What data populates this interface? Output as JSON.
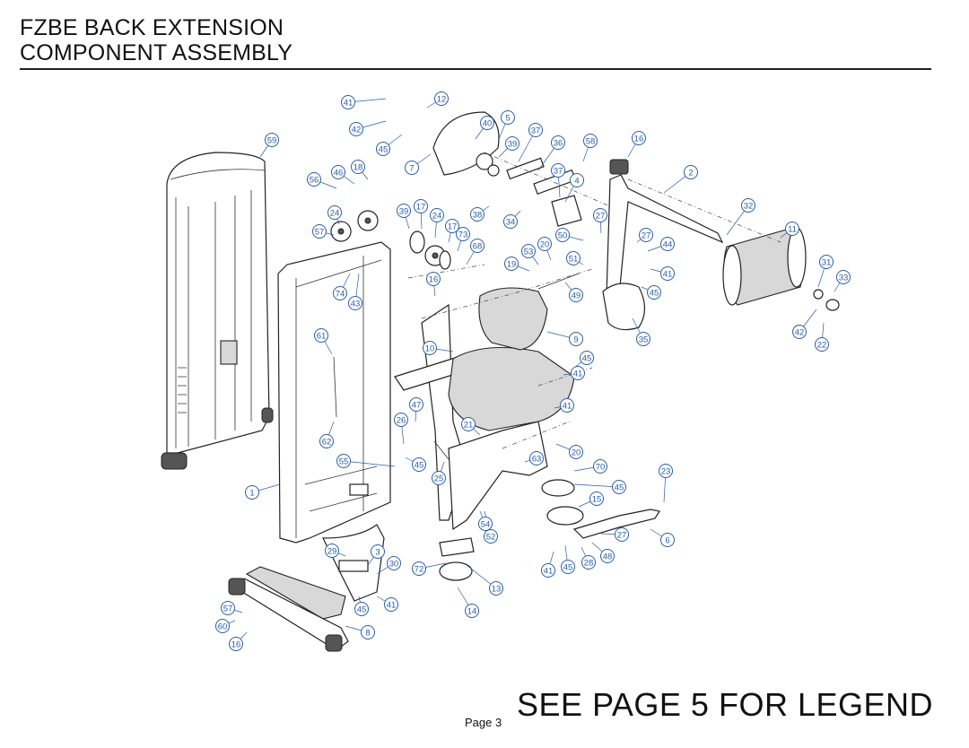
{
  "header": {
    "title_line1": "FZBE BACK EXTENSION",
    "title_line2": "COMPONENT ASSEMBLY"
  },
  "footer": {
    "legend_note": "SEE PAGE 5 FOR LEGEND",
    "page": "Page 3"
  },
  "callouts": [
    "41",
    "12",
    "42",
    "45",
    "7",
    "40",
    "5",
    "39",
    "37",
    "36",
    "58",
    "16",
    "59",
    "46",
    "18",
    "56",
    "2",
    "37",
    "4",
    "24",
    "39",
    "17",
    "24",
    "17",
    "73",
    "38",
    "34",
    "27",
    "32",
    "57",
    "68",
    "50",
    "27",
    "44",
    "11",
    "53",
    "20",
    "31",
    "19",
    "51",
    "41",
    "33",
    "74",
    "43",
    "16",
    "45",
    "49",
    "42",
    "22",
    "9",
    "35",
    "61",
    "10",
    "45",
    "41",
    "41",
    "47",
    "26",
    "21",
    "20",
    "62",
    "55",
    "45",
    "25",
    "63",
    "70",
    "23",
    "1",
    "15",
    "45",
    "52",
    "54",
    "6",
    "29",
    "3",
    "30",
    "27",
    "41",
    "45",
    "28",
    "48",
    "72",
    "13",
    "45",
    "41",
    "14",
    "57",
    "8",
    "60",
    "16"
  ],
  "colors": {
    "callout": "#2a5da8",
    "line": "#222222"
  }
}
